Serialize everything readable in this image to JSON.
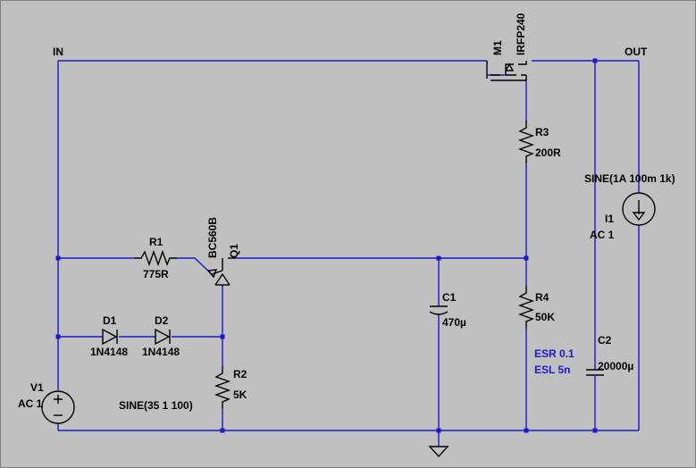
{
  "nets": {
    "in": "IN",
    "out": "OUT"
  },
  "components": {
    "m1": {
      "name": "M1",
      "value": "IRFP240"
    },
    "r3": {
      "name": "R3",
      "value": "200R"
    },
    "r1": {
      "name": "R1",
      "value": "775R"
    },
    "q1": {
      "name": "Q1",
      "value": "BC560B"
    },
    "c1": {
      "name": "C1",
      "value": "470µ"
    },
    "r4": {
      "name": "R4",
      "value": "50K"
    },
    "d1": {
      "name": "D1",
      "value": "1N4148"
    },
    "d2": {
      "name": "D2",
      "value": "1N4148"
    },
    "r2": {
      "name": "R2",
      "value": "5K"
    },
    "v1": {
      "name": "V1",
      "value": "AC 1",
      "spice": "SINE(35 1 100)"
    },
    "i1": {
      "name": "I1",
      "value": "AC 1",
      "spice": "SINE(1A 100m 1k)"
    },
    "c2": {
      "name": "C2",
      "value": "20000µ",
      "esr": "ESR 0.1",
      "esl": "ESL 5n"
    }
  },
  "colors": {
    "background": "#c0c0c0",
    "wire": "#1a1acc",
    "component": "#000000",
    "junction": "#1a1acc"
  }
}
